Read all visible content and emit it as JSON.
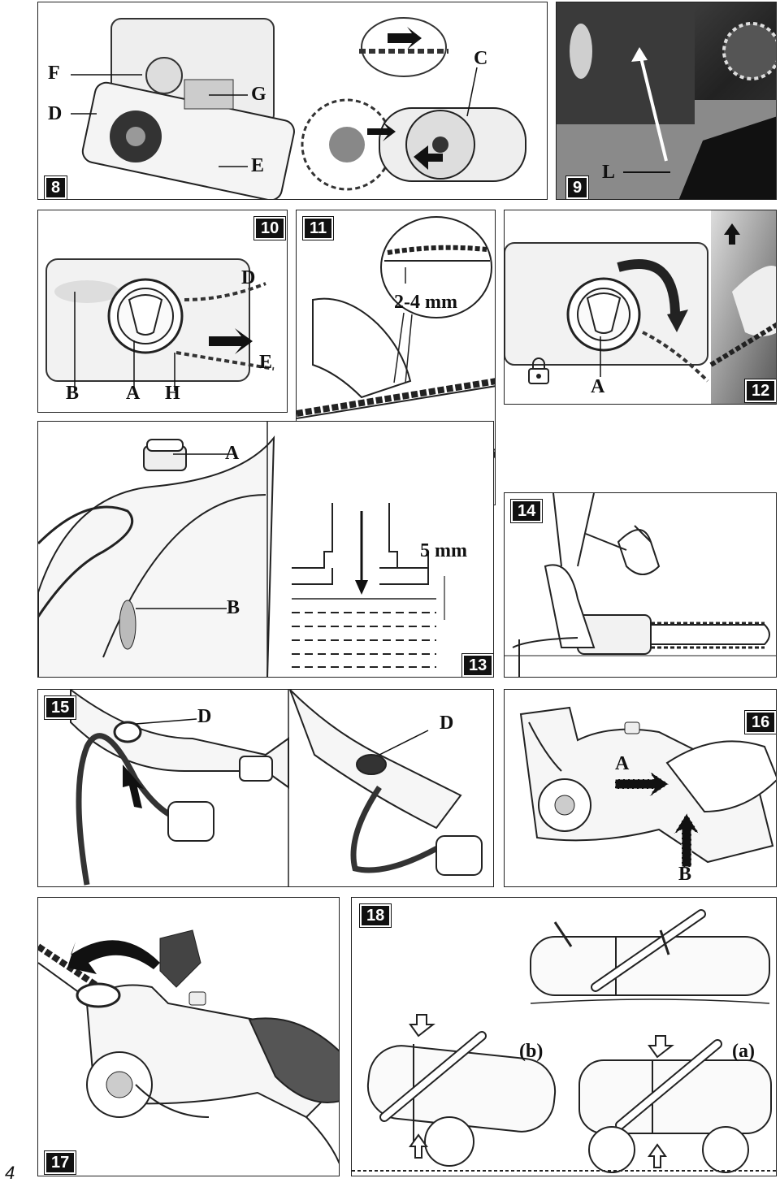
{
  "page_number": "4",
  "figures": {
    "f8": {
      "number": "8",
      "labels": {
        "F": "F",
        "D": "D",
        "G": "G",
        "E": "E",
        "C": "C"
      }
    },
    "f9": {
      "number": "9",
      "labels": {
        "L": "L"
      }
    },
    "f10": {
      "number": "10",
      "labels": {
        "D": "D",
        "E": "E",
        "B": "B",
        "A": "A",
        "H": "H"
      }
    },
    "f11": {
      "number": "11",
      "measurement": "2-4 mm"
    },
    "f12": {
      "number": "12",
      "labels": {
        "A": "A"
      }
    },
    "f13": {
      "number": "13",
      "labels": {
        "A": "A",
        "B": "B"
      },
      "measurement": "5 mm"
    },
    "f14": {
      "number": "14"
    },
    "f15": {
      "number": "15",
      "labels": {
        "D1": "D",
        "D2": "D"
      }
    },
    "f16": {
      "number": "16",
      "labels": {
        "A": "A",
        "B": "B"
      }
    },
    "f17": {
      "number": "17"
    },
    "f18": {
      "number": "18",
      "labels": {
        "b": "(b)",
        "a": "(a)"
      }
    }
  }
}
